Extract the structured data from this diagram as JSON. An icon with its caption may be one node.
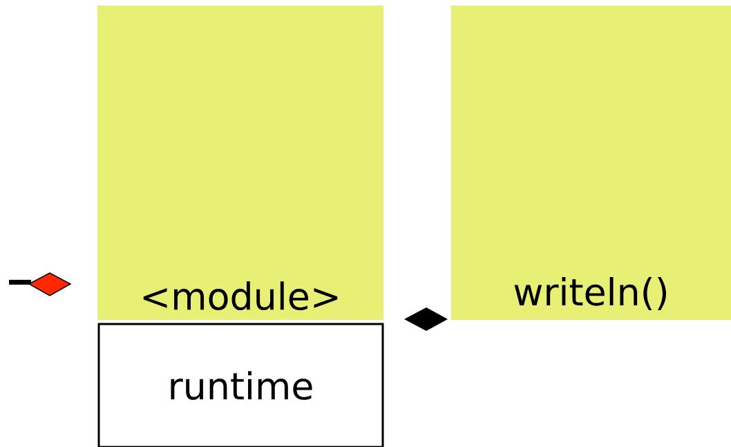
{
  "diagram": {
    "nodes": [
      {
        "text": [
          "<module>"
        ]
      },
      {
        "text": [
          "writeln()"
        ]
      },
      {
        "text": [
          "runtime"
        ]
      }
    ]
  }
}
